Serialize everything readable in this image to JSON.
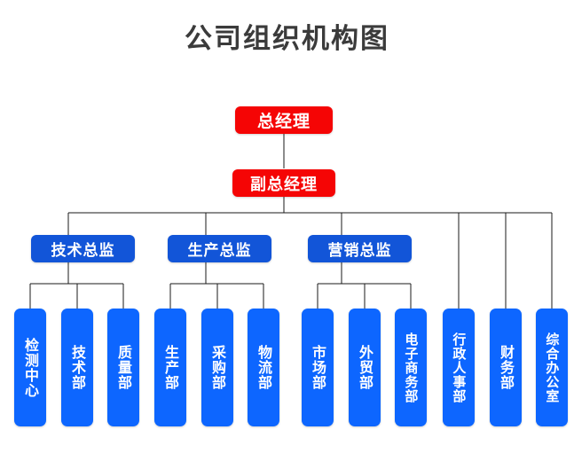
{
  "title": "公司组织机构图",
  "colors": {
    "exec": "#f50505",
    "director": "#1255d8",
    "department": "#0d66ff",
    "title_text": "#3b3b3b",
    "connector": "#1a1a1a",
    "background": "#ffffff"
  },
  "chart_data": {
    "type": "diagram",
    "diagram_type": "organization-chart",
    "title": "公司组织机构图",
    "orientation": "top-down",
    "levels": 4,
    "nodes": [
      {
        "id": "gm",
        "label": "总经理",
        "level": 1,
        "color": "#f50505",
        "parent": null
      },
      {
        "id": "dgm",
        "label": "副总经理",
        "level": 2,
        "color": "#f50505",
        "parent": "gm"
      },
      {
        "id": "tech_dir",
        "label": "技术总监",
        "level": 3,
        "color": "#1255d8",
        "parent": "dgm"
      },
      {
        "id": "prod_dir",
        "label": "生产总监",
        "level": 3,
        "color": "#1255d8",
        "parent": "dgm"
      },
      {
        "id": "mkt_dir",
        "label": "营销总监",
        "level": 3,
        "color": "#1255d8",
        "parent": "dgm"
      },
      {
        "id": "d01",
        "label": "检测中心",
        "level": 4,
        "color": "#0d66ff",
        "parent": "tech_dir"
      },
      {
        "id": "d02",
        "label": "技术部",
        "level": 4,
        "color": "#0d66ff",
        "parent": "tech_dir"
      },
      {
        "id": "d03",
        "label": "质量部",
        "level": 4,
        "color": "#0d66ff",
        "parent": "tech_dir"
      },
      {
        "id": "d04",
        "label": "生产部",
        "level": 4,
        "color": "#0d66ff",
        "parent": "prod_dir"
      },
      {
        "id": "d05",
        "label": "采购部",
        "level": 4,
        "color": "#0d66ff",
        "parent": "prod_dir"
      },
      {
        "id": "d06",
        "label": "物流部",
        "level": 4,
        "color": "#0d66ff",
        "parent": "prod_dir"
      },
      {
        "id": "d07",
        "label": "市场部",
        "level": 4,
        "color": "#0d66ff",
        "parent": "mkt_dir"
      },
      {
        "id": "d08",
        "label": "外贸部",
        "level": 4,
        "color": "#0d66ff",
        "parent": "mkt_dir"
      },
      {
        "id": "d09",
        "label": "电子商务部",
        "level": 4,
        "color": "#0d66ff",
        "parent": "mkt_dir"
      },
      {
        "id": "d10",
        "label": "行政人事部",
        "level": 4,
        "color": "#0d66ff",
        "parent": "dgm"
      },
      {
        "id": "d11",
        "label": "财务部",
        "level": 4,
        "color": "#0d66ff",
        "parent": "dgm"
      },
      {
        "id": "d12",
        "label": "综合办公室",
        "level": 4,
        "color": "#0d66ff",
        "parent": "dgm"
      }
    ],
    "edges": [
      [
        "gm",
        "dgm"
      ],
      [
        "dgm",
        "tech_dir"
      ],
      [
        "dgm",
        "prod_dir"
      ],
      [
        "dgm",
        "mkt_dir"
      ],
      [
        "dgm",
        "d10"
      ],
      [
        "dgm",
        "d11"
      ],
      [
        "dgm",
        "d12"
      ],
      [
        "tech_dir",
        "d01"
      ],
      [
        "tech_dir",
        "d02"
      ],
      [
        "tech_dir",
        "d03"
      ],
      [
        "prod_dir",
        "d04"
      ],
      [
        "prod_dir",
        "d05"
      ],
      [
        "prod_dir",
        "d06"
      ],
      [
        "mkt_dir",
        "d07"
      ],
      [
        "mkt_dir",
        "d08"
      ],
      [
        "mkt_dir",
        "d09"
      ]
    ]
  },
  "executives": [
    {
      "label": "总经理"
    },
    {
      "label": "副总经理"
    }
  ],
  "directors": [
    {
      "label": "技术总监"
    },
    {
      "label": "生产总监"
    },
    {
      "label": "营销总监"
    }
  ],
  "departments": [
    {
      "label": "检测中心"
    },
    {
      "label": "技术部"
    },
    {
      "label": "质量部"
    },
    {
      "label": "生产部"
    },
    {
      "label": "采购部"
    },
    {
      "label": "物流部"
    },
    {
      "label": "市场部"
    },
    {
      "label": "外贸部"
    },
    {
      "label": "电子商务部"
    },
    {
      "label": "行政人事部"
    },
    {
      "label": "财务部"
    },
    {
      "label": "综合办公室"
    }
  ]
}
